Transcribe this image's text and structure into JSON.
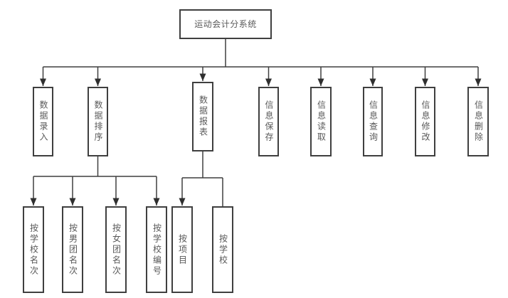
{
  "colors": {
    "line": "#3f3f3f",
    "box_border": "#3f3f3f",
    "arrow_fill": "#2f2f2f",
    "text": "#595959",
    "background": "#ffffff"
  },
  "diagram": {
    "root": "运动会计分系统",
    "modules": [
      "数据录入",
      "数据排序",
      "数据报表",
      "信息保存",
      "信息读取",
      "信息查询",
      "信息修改",
      "信息删除"
    ],
    "sort_children": [
      "按学校名次",
      "按男团名次",
      "按女团名次",
      "按学校编号"
    ],
    "report_children": [
      "按项目",
      "按学校"
    ]
  }
}
